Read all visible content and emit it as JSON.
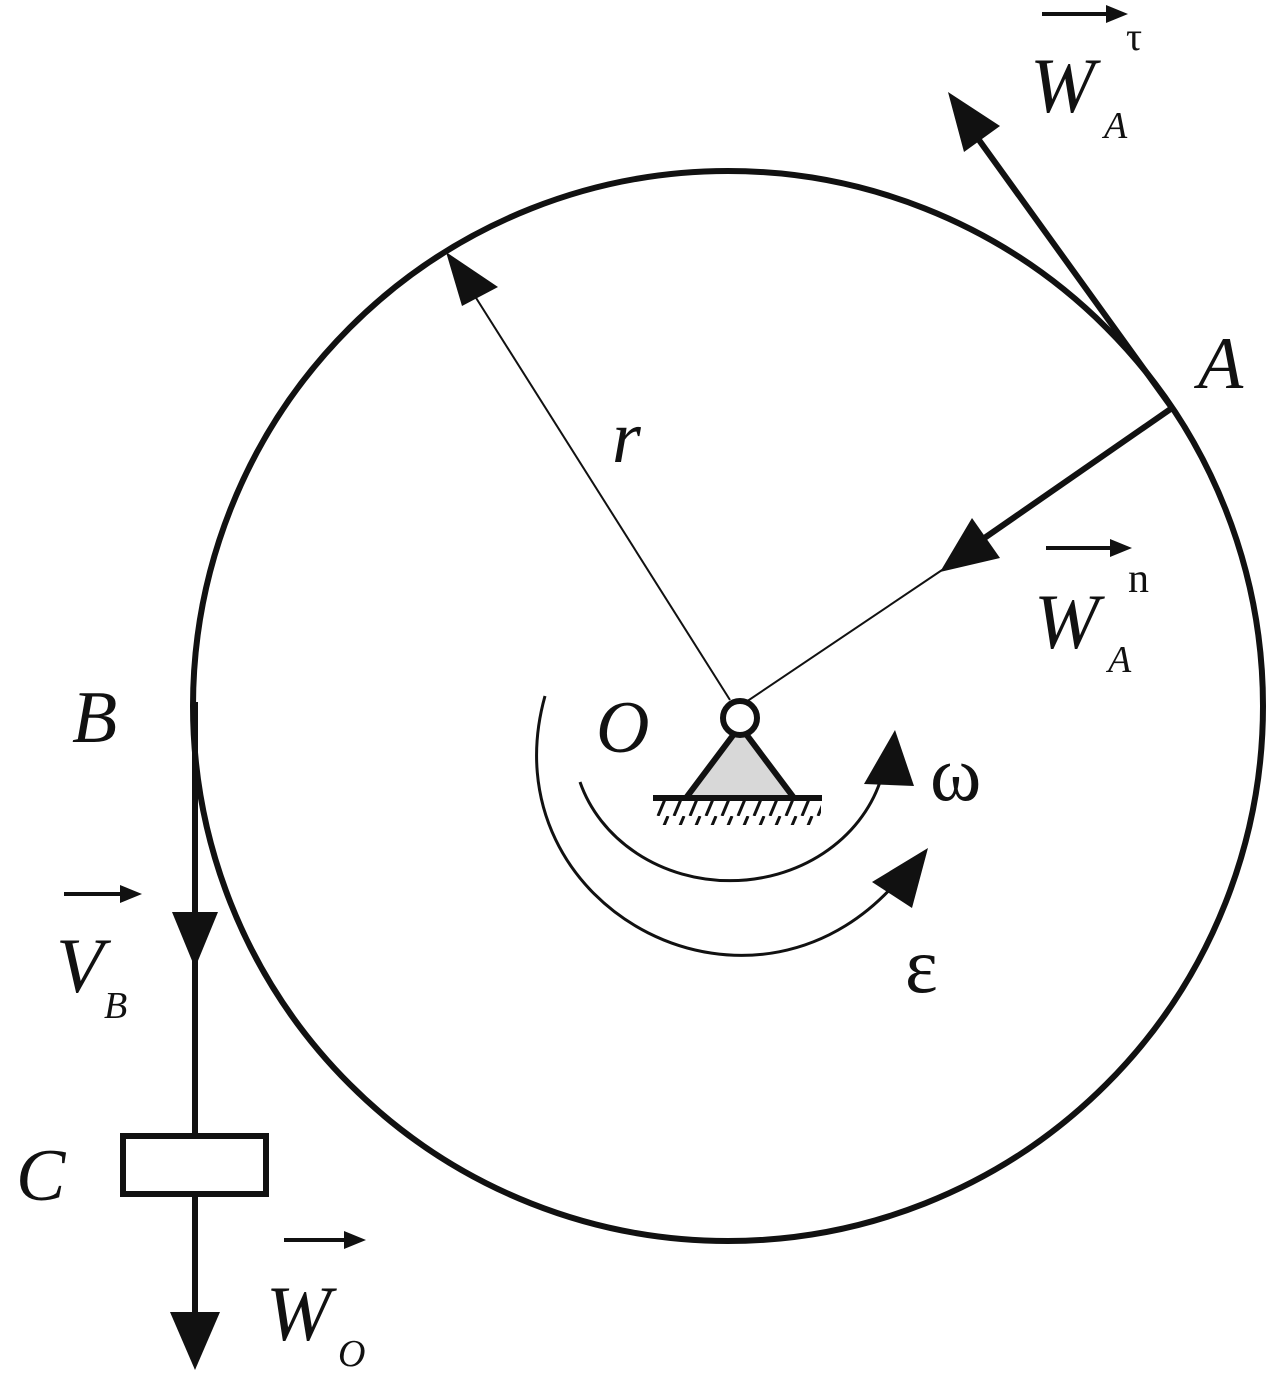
{
  "labels": {
    "point_a": "A",
    "point_b": "B",
    "point_c": "C",
    "point_o": "O",
    "radius": "r",
    "omega": "ω",
    "epsilon": "ε",
    "w_a_tau": {
      "main": "W",
      "sub": "A",
      "sup": "τ"
    },
    "w_a_n": {
      "main": "W",
      "sub": "A",
      "sup": "n"
    },
    "v_b": {
      "main": "V",
      "sub": "B"
    },
    "w_o": {
      "main": "W",
      "sub": "O"
    }
  }
}
